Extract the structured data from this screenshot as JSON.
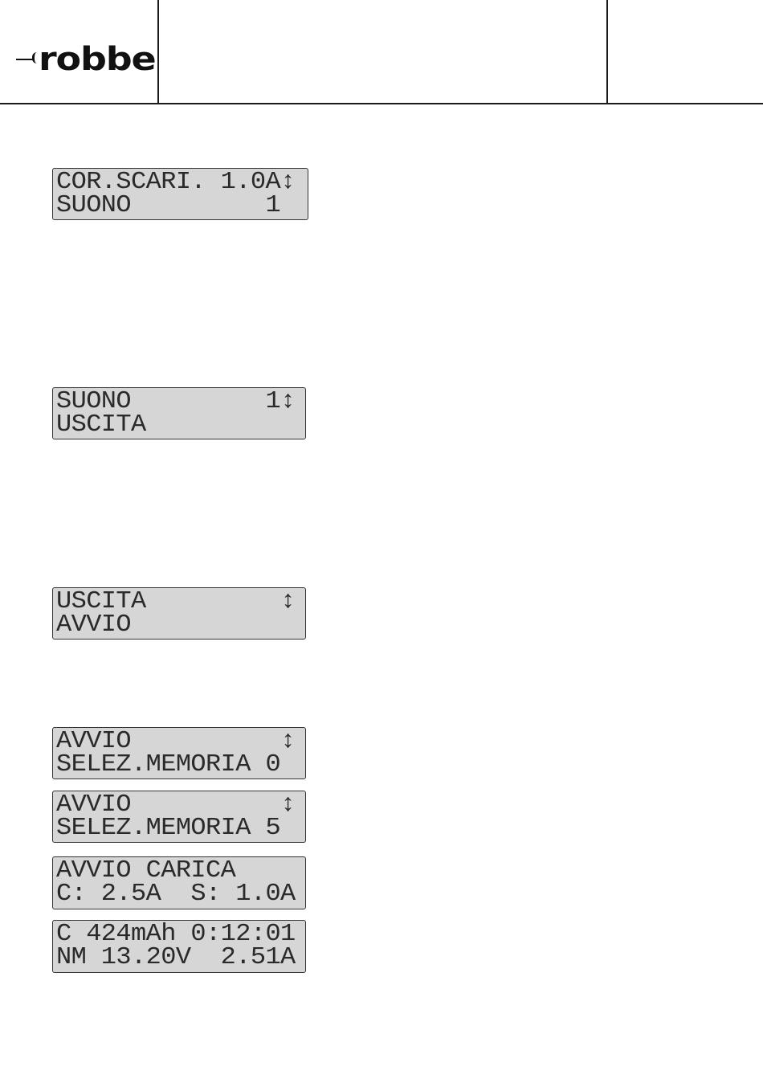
{
  "header": {
    "logo_text": "robbe"
  },
  "displays": [
    {
      "line1": "COR.SCARI. 1.0A↕",
      "line2": "SUONO         1"
    },
    {
      "line1": "SUONO         1↕",
      "line2": "USCITA"
    },
    {
      "line1": "USCITA         ↕",
      "line2": "AVVIO"
    },
    {
      "line1": "AVVIO          ↕",
      "line2": "SELEZ.MEMORIA 0"
    },
    {
      "line1": "AVVIO          ↕",
      "line2": "SELEZ.MEMORIA 5"
    },
    {
      "line1": "AVVIO CARICA",
      "line2": "C: 2.5A  S: 1.0A"
    },
    {
      "line1": "C 424mAh 0:12:01",
      "line2": "NM 13.20V  2.51A"
    }
  ]
}
